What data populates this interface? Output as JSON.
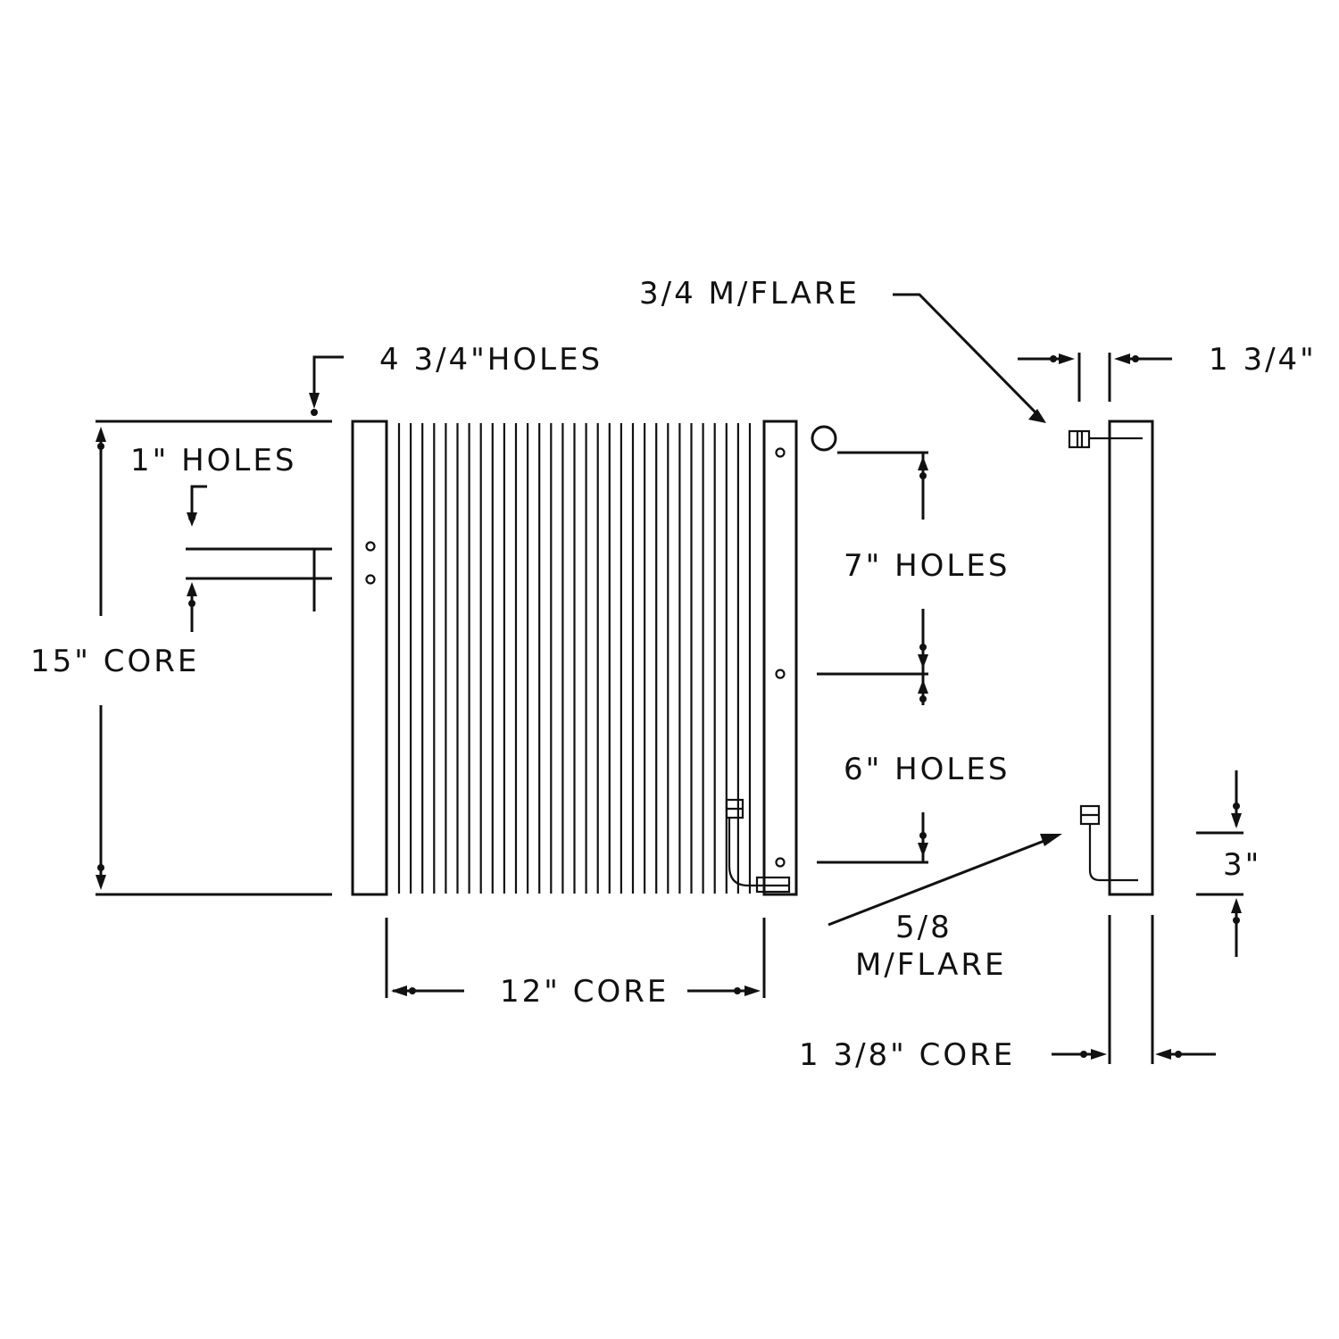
{
  "labels": {
    "flare_top": "3/4 M/FLARE",
    "holes_top": "4 3/4\"HOLES",
    "depth_top": "1 3/4\"",
    "holes_1": "1\" HOLES",
    "holes_7": "7\" HOLES",
    "core_15": "15\" CORE",
    "holes_6": "6\" HOLES",
    "dim_3": "3\"",
    "flare_bottom_1": "5/8",
    "flare_bottom_2": "M/FLARE",
    "core_12": "12\" CORE",
    "core_depth": "1 3/8\" CORE"
  },
  "colors": {
    "ink": "#111111",
    "paper": "#ffffff"
  }
}
